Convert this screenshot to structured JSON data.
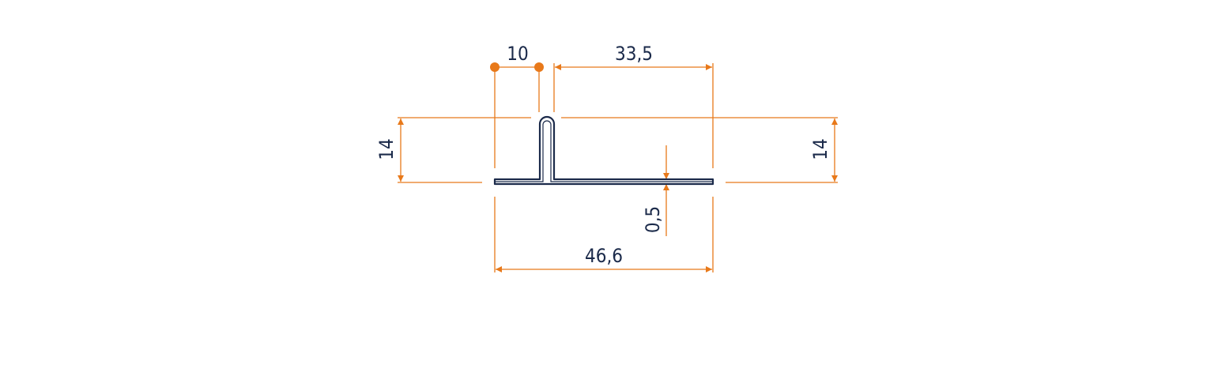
{
  "colors": {
    "dimension": "#E8791A",
    "profile_stroke": "#1B2A4A",
    "profile_fill": "#FFFFFF",
    "text": "#1B2A4A"
  },
  "dimensions": {
    "bottom_width": "46,6",
    "top_left_width": "10",
    "top_right_width": "33,5",
    "left_height": "14",
    "right_height": "14",
    "thickness": "0,5"
  }
}
